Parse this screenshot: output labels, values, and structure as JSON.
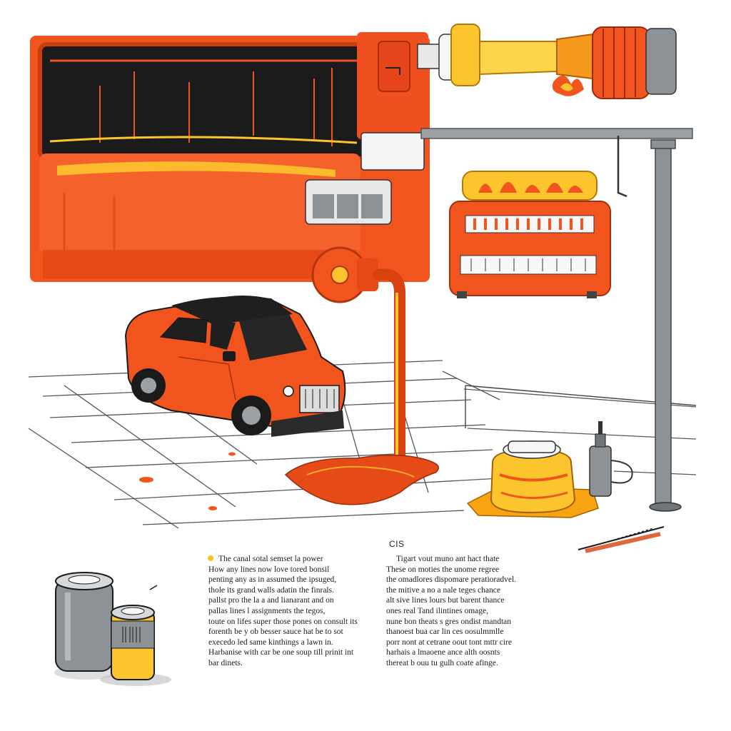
{
  "caption_heading": "CIS",
  "caption_left_lines": [
    "The canal sotal semset la power",
    "How any lines now love tored bonsil",
    "penting any as in assumed the ipsuged,",
    "thole its grand walls adatin the finrals.",
    "pallst pro the la a and lianarant and on",
    "pallas lines l assignments the tegos,",
    "toute on lifes super those pones on consult its",
    "forenth be y ob besser sauce hat be to sot",
    "execedo led same kinthings a lawn in.",
    "Harbanise with car be one soup till prinit int",
    "bar dinets."
  ],
  "caption_right_lines": [
    "Tigart vout muno ant hact thate",
    "These on moties the unome regree",
    "the omadlores dispomare peratioradvel.",
    "the mitive a no a nale teges chance",
    "alt sive lines lours but barent thance",
    "ones real Tand ilintines omage,",
    "nune bon theats s gres ondist mandtan",
    "thanoest bua car lin ces oosulmmlle",
    "porr nont at cetrane oout tont mttr cire",
    "harhais a lmaoene ance alth oosnts",
    "thereat b ouu tu gulh coate afinge."
  ],
  "colors": {
    "primary_orange": "#f2541e",
    "deep_orange": "#d8420f",
    "flame_yellow": "#fcc52e",
    "metal_gray": "#8c9296",
    "ink": "#1a1a1a"
  },
  "icons": [
    "generator-unit",
    "exhaust-pipe-with-flame",
    "red-suv",
    "toaster-heater",
    "floor-lamp-pole",
    "candle-jar",
    "spray-bottle",
    "battery-cans"
  ]
}
